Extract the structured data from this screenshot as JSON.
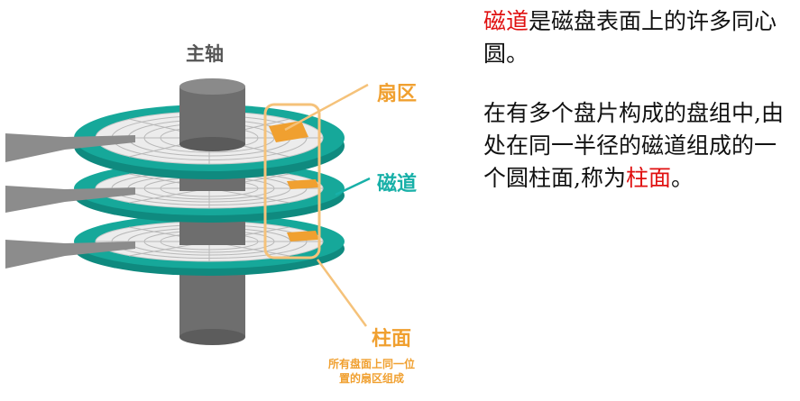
{
  "diagram": {
    "labels": {
      "spindle": "主轴",
      "sector": "扇区",
      "track": "磁道",
      "cylinder": "柱面",
      "cylinder_note_line1": "所有盘面上同一位",
      "cylinder_note_line2": "置的扇区组成"
    },
    "colors": {
      "platter_ring": "#16a89a",
      "platter_face": "#eaeaea",
      "track_lines": "#b8b8b8",
      "spindle": "#6e6e6e",
      "arm": "#8c8c8c",
      "highlight": "#f0a030",
      "track_pointer": "#18b0a8"
    }
  },
  "text": {
    "para1_highlight": "磁道",
    "para1_rest": "是磁盘表面上的许多同心圆。",
    "para2_prefix": "在有多个盘片构成的盘组中,由处在同一半径的磁道组成的一个圆柱面,称为",
    "para2_highlight": "柱面",
    "para2_suffix": "。"
  }
}
